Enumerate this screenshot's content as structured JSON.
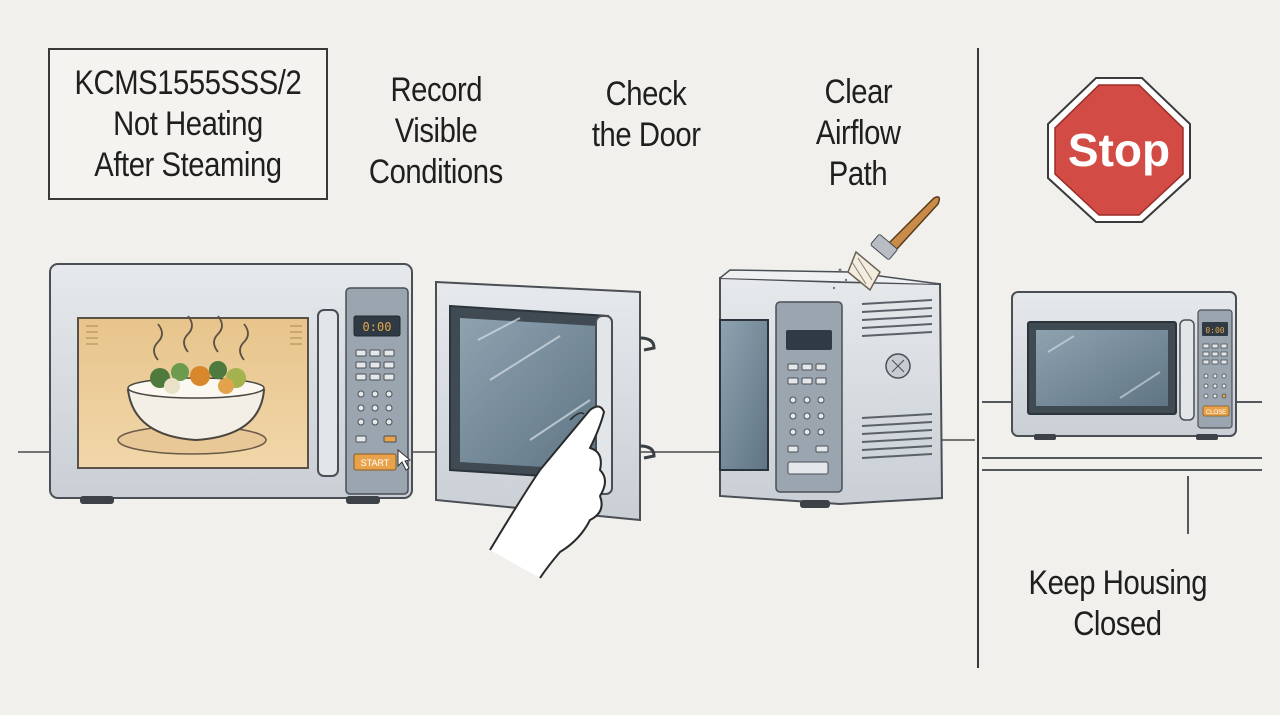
{
  "title": {
    "line1": "KCMS1555SSS/2",
    "line2": "Not Heating",
    "line3": "After Steaming"
  },
  "steps": [
    {
      "line1": "Record",
      "line2": "Visible",
      "line3": "Conditions"
    },
    {
      "line1": "Check",
      "line2": "the Door"
    },
    {
      "line1": "Clear",
      "line2": "Airflow",
      "line3": "Path"
    }
  ],
  "stop_panel": {
    "sign_text": "Stop",
    "caption_line1": "Keep Housing",
    "caption_line2": "Closed"
  },
  "microwave_1": {
    "display": "0:00",
    "start_label": "START"
  },
  "microwave_4": {
    "display": "0:00",
    "button_label": "CLOSE"
  },
  "colors": {
    "stop_red": "#d24b45",
    "start_orange": "#e8a24a",
    "cavity_warm": "#e9c892",
    "panel_grey": "#8e9aa6",
    "glass_blue": "#6f8494"
  }
}
